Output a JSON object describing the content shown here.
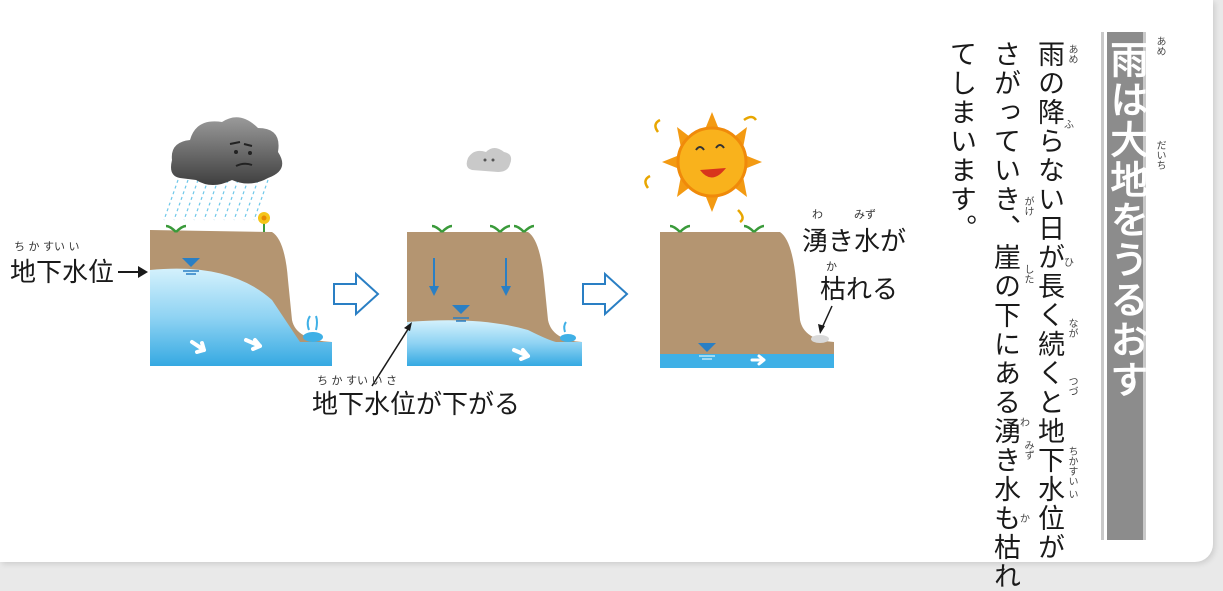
{
  "title": {
    "main": "雨は大地をうるおす",
    "ruby_ame": "あめ",
    "ruby_daichi": "だいち"
  },
  "body": {
    "lines": [
      "雨の降らない日が長く続くと地下水位が",
      "さがっていき、崖の下にある湧き水も枯れ",
      "てしまいます。"
    ],
    "ruby": {
      "ame": "あめ",
      "fu": "ふ",
      "hi": "ひ",
      "naga": "なが",
      "tsuzu": "つづ",
      "chikasuii": "ちかすい い",
      "gake": "がけ",
      "shita": "した",
      "wa": "わ",
      "mizu": "みず",
      "ka": "か"
    }
  },
  "diagram": {
    "panel1_label": "地下水位",
    "panel1_ruby": "ち か すい い",
    "panel2_label": "地下水位が下がる",
    "panel2_ruby": "ち  か  すい い       さ",
    "panel3_label_line1": "湧き水が",
    "panel3_label_line2": "枯れる",
    "panel3_ruby_wa": "わ",
    "panel3_ruby_mizu": "みず",
    "panel3_ruby_ka": "か"
  },
  "colors": {
    "soil": "#b49571",
    "water_light": "#bfe8f8",
    "water_dark": "#3fb0e6",
    "water_level_marker": "#2a7fc4",
    "arrow_outline": "#2a7fc4",
    "sun": "#f39a12",
    "cloud_dark": "#5a5a5a",
    "title_bg": "#8c8c8c"
  }
}
